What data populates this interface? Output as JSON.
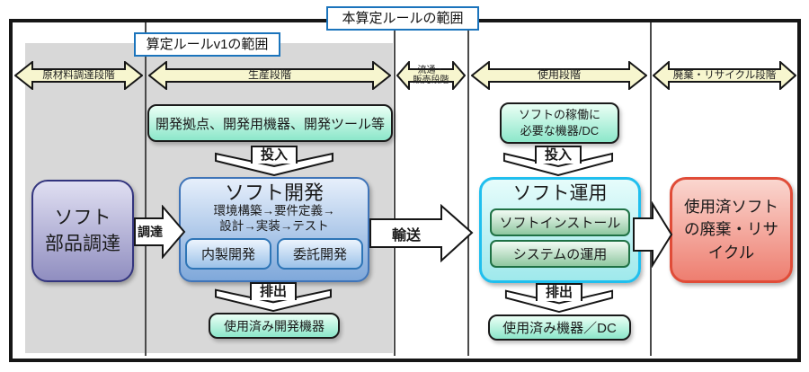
{
  "titles": {
    "main": "本算定ルールの範囲",
    "sub": "算定ルールv1の範囲"
  },
  "stages": {
    "raw_material": "原材料調達段階",
    "production": "生産段階",
    "distribution_line1": "流通・",
    "distribution_line2": "販売段階",
    "use": "使用段階",
    "recycle": "廃棄・リサイクル段階"
  },
  "procurement": {
    "box_line1": "ソフト",
    "box_line2": "部品調達",
    "arrow_label": "調達"
  },
  "production_stage": {
    "resources_box": "開発拠点、開発用機器、開発ツール等",
    "input_label": "投入",
    "dev_title": "ソフト開発",
    "dev_process_line1": "環境構築→要件定義→",
    "dev_process_line2": "設計→実装→テスト",
    "inhouse_label": "内製開発",
    "outsource_label": "委託開発",
    "output_label": "排出",
    "waste_box": "使用済み開発機器"
  },
  "transport": {
    "arrow_label": "輸送"
  },
  "use_stage": {
    "resources_line1": "ソフトの稼働に",
    "resources_line2": "必要な機器/DC",
    "input_label": "投入",
    "ops_title": "ソフト運用",
    "install_label": "ソフトインストール",
    "operate_label": "システムの運用",
    "output_label": "排出",
    "waste_box": "使用済み機器／DC"
  },
  "disposal": {
    "box_line1": "使用済ソフト",
    "box_line2": "の廃棄・リサ",
    "box_line3": "イクル"
  },
  "colors": {
    "banner_fill": "#f7f6cf",
    "lane_gray": "#d8d8d8",
    "scope_border_blue": "#1b74bc",
    "mint_box": "#8ce7ca",
    "purple_box": "#908ec0",
    "blue_box": "#7fa8da",
    "cyan_box": "#20bfee",
    "green_inner": "#8fc7a0",
    "red_box": "#e04c38"
  }
}
